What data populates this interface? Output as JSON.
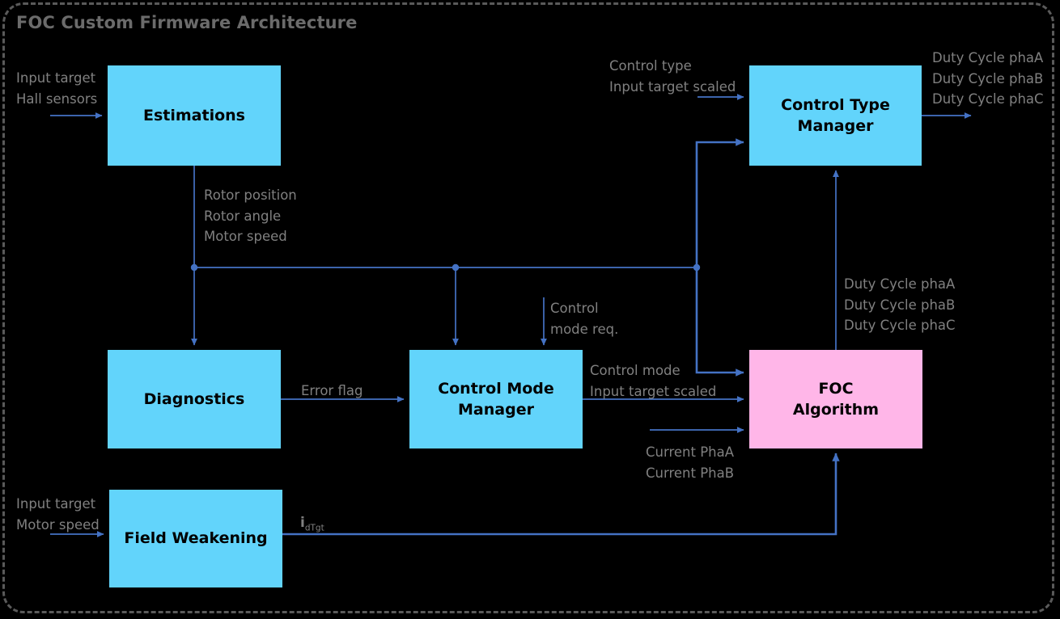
{
  "diagram": {
    "title": "FOC Custom Firmware Architecture",
    "background": "#000000",
    "border_color": "#5a5a5a",
    "label_color": "#808080",
    "wire_color": "#4472c4",
    "node_fill_primary": "#62d4fb",
    "node_fill_accent": "#ffb6e8"
  },
  "nodes": {
    "estimations": "Estimations",
    "control_type_manager": "Control Type\nManager",
    "diagnostics": "Diagnostics",
    "control_mode_manager": "Control Mode\nManager",
    "foc_algorithm": "FOC\nAlgorithm",
    "field_weakening": "Field Weakening"
  },
  "labels": {
    "estimations_in": "Input target\nHall sensors",
    "estimations_out": "Rotor position\nRotor angle\nMotor speed",
    "ctm_in": "Control type\nInput target scaled",
    "ctm_out": "Duty Cycle phaA\nDuty Cycle phaB\nDuty Cycle phaC",
    "control_mode_req": "Control\nmode req.",
    "error_flag": "Error flag",
    "cmm_out": "Control mode\nInput target scaled",
    "foc_currents_in": "Current PhaA\nCurrent PhaB",
    "foc_out": "Duty Cycle phaA\nDuty Cycle phaB\nDuty Cycle phaC",
    "fw_in": "Input target\nMotor speed",
    "fw_out_prefix": "i",
    "fw_out_sub": "dTgt"
  }
}
